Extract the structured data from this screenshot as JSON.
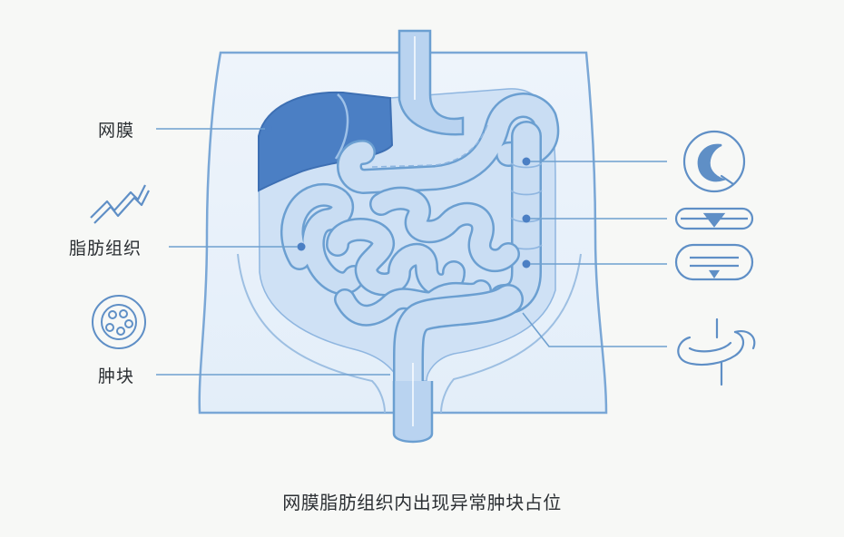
{
  "labels": {
    "omentum": "网膜",
    "adipose": "脂肪组织",
    "mass": "肿块"
  },
  "caption": "网膜脂肪组织内出现异常肿块占位",
  "icons": {
    "left": [
      "zigzag-icon",
      "cell-cluster-icon"
    ],
    "right": [
      "crescent-circle-icon",
      "capsule-notch-icon",
      "capsule-lines-icon",
      "tube-icon"
    ]
  },
  "colors": {
    "outline": "#6b9fd1",
    "fill_light": "#d6e6f7",
    "fill_mid": "#b9d3f0",
    "omentum_dark": "#4b7fc4",
    "leader": "#6fa0cf",
    "text": "#2b2f33"
  }
}
